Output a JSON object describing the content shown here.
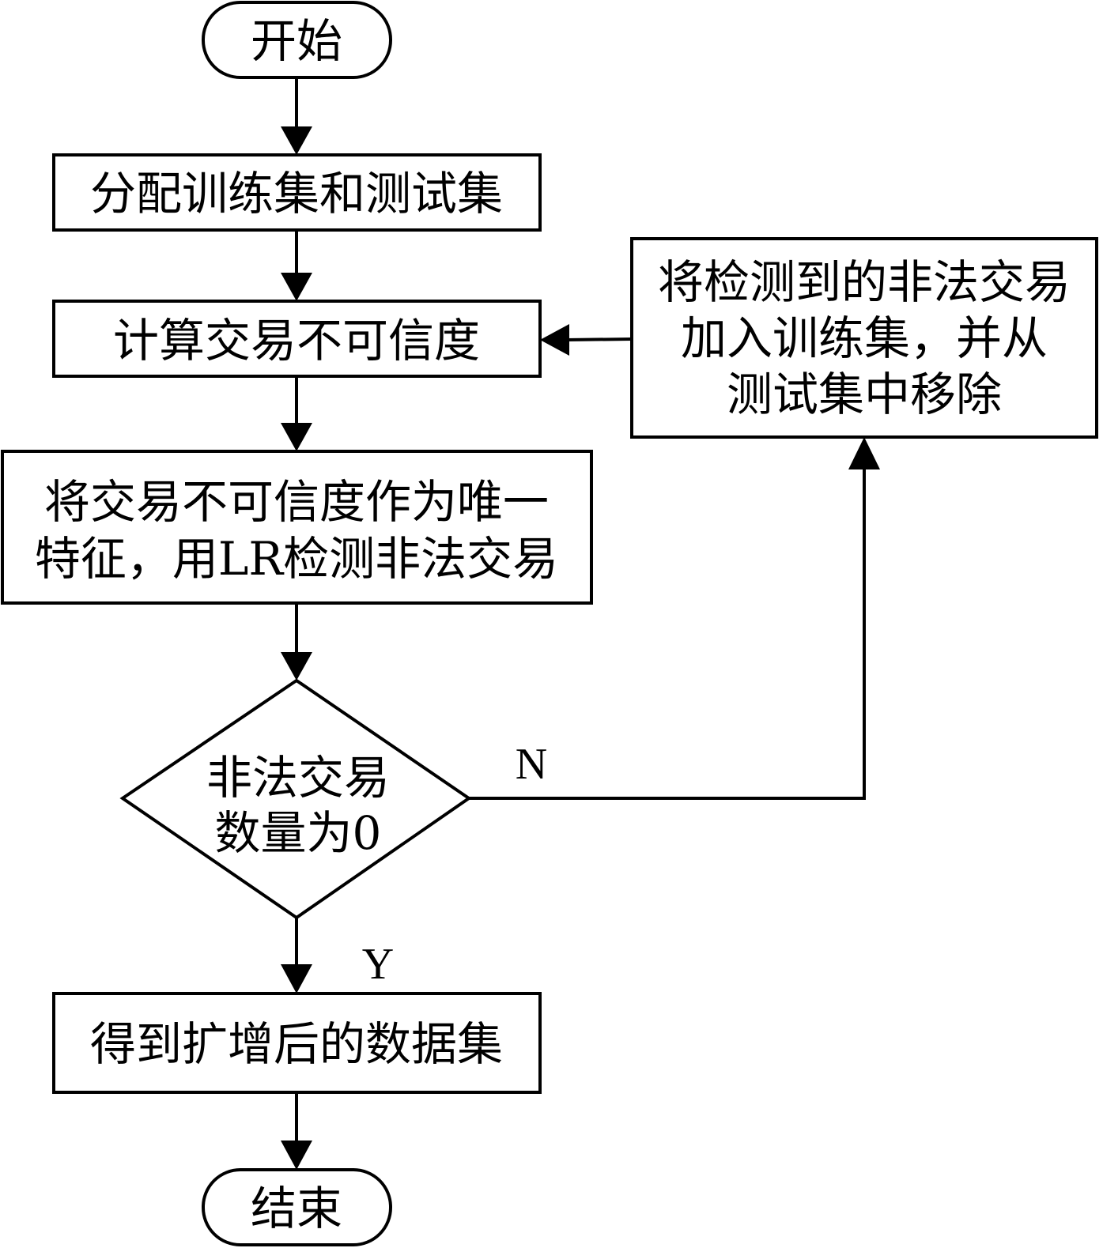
{
  "nodes": {
    "start": "开始",
    "split": "分配训练集和测试集",
    "compute": "计算交易不可信度",
    "detect_line1": "将交易不可信度作为唯一",
    "detect_line2": "特征，用LR检测非法交易",
    "decision_line1": "非法交易",
    "decision_line2": "数量为0",
    "move_line1": "将检测到的非法交易",
    "move_line2": "加入训练集，并从",
    "move_line3": "测试集中移除",
    "result": "得到扩增后的数据集",
    "end": "结束"
  },
  "branches": {
    "no": "N",
    "yes": "Y"
  }
}
